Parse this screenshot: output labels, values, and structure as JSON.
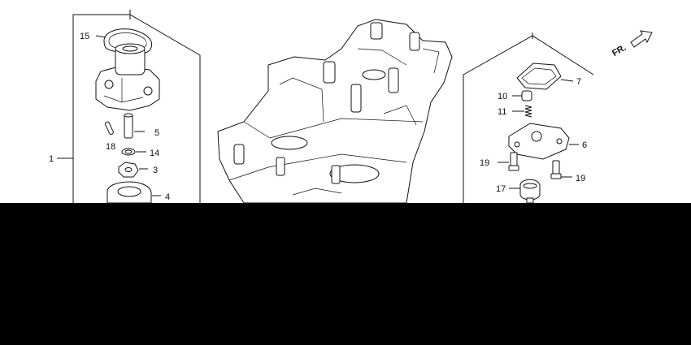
{
  "orientation": {
    "text": "FR."
  },
  "callouts": {
    "c1": "1",
    "c3": "3",
    "c4": "4",
    "c5": "5",
    "c6": "6",
    "c7": "7",
    "c10": "10",
    "c11": "11",
    "c14": "14",
    "c15": "15",
    "c17": "17",
    "c18": "18",
    "c19a": "19",
    "c19b": "19"
  },
  "colors": {
    "line": "#111111",
    "background": "#ffffff",
    "occlusion": "#000000"
  }
}
